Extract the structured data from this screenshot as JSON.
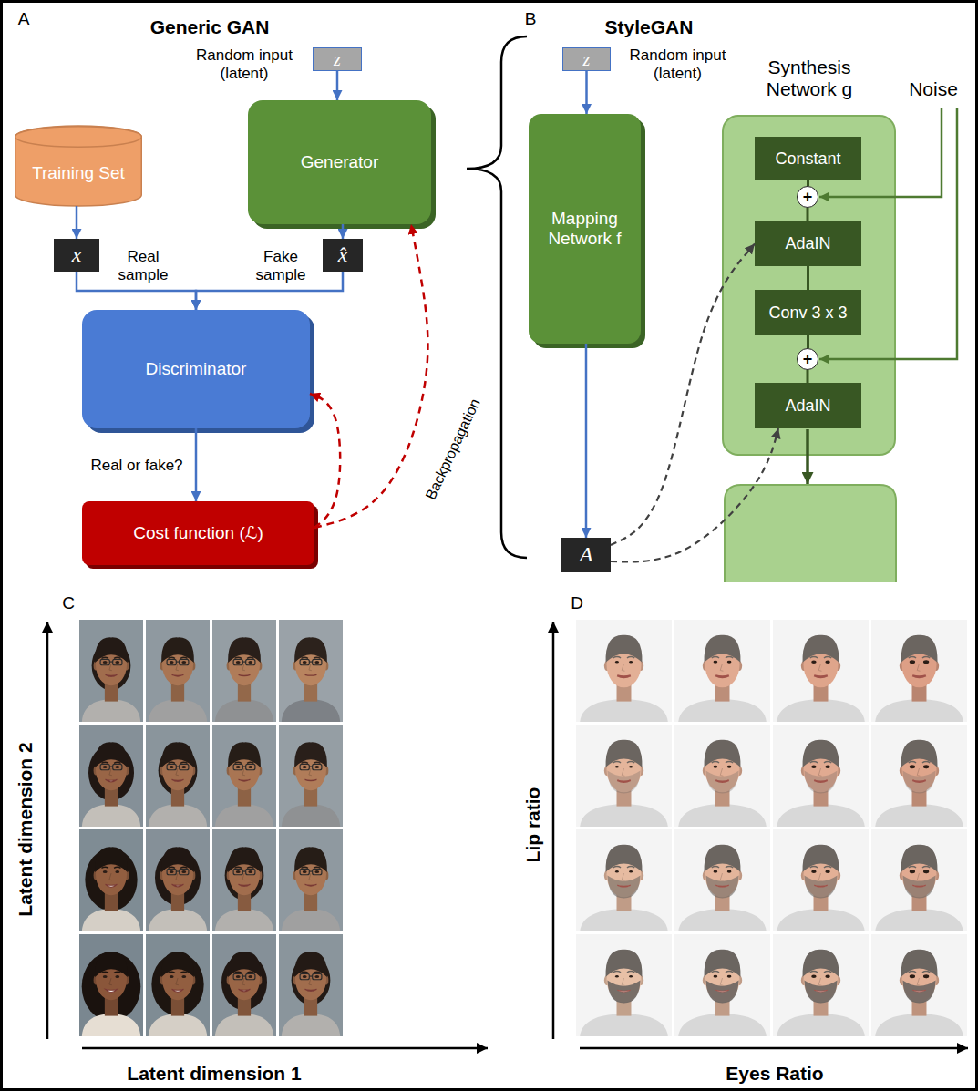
{
  "diagram": {
    "nodes": [
      {
        "text": [
          "Random input (latent)",
          "z"
        ]
      },
      {
        "text": [
          "Generator"
        ]
      },
      {
        "text": [
          "Training Set"
        ]
      },
      {
        "text": [
          "x",
          "Real sample"
        ]
      },
      {
        "text": [
          "Fake sample",
          "x̂"
        ]
      },
      {
        "text": [
          "Discriminator"
        ]
      },
      {
        "text": [
          "Cost function (ℒ)"
        ]
      },
      {
        "text": [
          "z",
          "Random input (latent)"
        ]
      },
      {
        "text": [
          "Synthesis Network g"
        ]
      },
      {
        "text": [
          "Constant"
        ],
        "in": 8
      },
      {
        "text": [
          "+"
        ],
        "in": 8
      },
      {
        "text": [
          "AdaIN"
        ],
        "in": 8
      },
      {
        "text": [
          "Conv 3 x 3"
        ],
        "in": 8
      },
      {
        "text": [
          "+"
        ],
        "in": 8
      },
      {
        "text": [
          "AdaIN"
        ],
        "in": 8
      },
      {
        "text": [
          "Mapping Network f"
        ]
      },
      {
        "text": [
          "A"
        ]
      }
    ],
    "edges": [
      {
        "from": 0,
        "to": 1,
        "arrow": "to"
      },
      {
        "from": 2,
        "to": 3,
        "arrow": "to"
      },
      {
        "from": 1,
        "to": 4,
        "arrow": "to"
      },
      {
        "from": 3,
        "to": 5,
        "arrow": "to"
      },
      {
        "from": 4,
        "to": 5,
        "arrow": "to"
      },
      {
        "from": 5,
        "to": 6,
        "label": "Real or fake?",
        "arrow": "to"
      },
      {
        "from": 6,
        "to": 5,
        "arrow": "to"
      },
      {
        "from": 6,
        "to": 1,
        "label": "Backpropagation",
        "arrow": "to"
      },
      {
        "from": 7,
        "to": 15,
        "arrow": "to"
      },
      {
        "from": 15,
        "to": 16,
        "arrow": "to"
      },
      {
        "from": 16,
        "to": 11,
        "arrow": "to"
      },
      {
        "from": 16,
        "to": 14,
        "arrow": "to"
      },
      {
        "from": 9,
        "to": 10,
        "arrow": "none"
      },
      {
        "from": 10,
        "to": 11,
        "arrow": "none"
      },
      {
        "from": 11,
        "to": 12,
        "arrow": "none"
      },
      {
        "from": 12,
        "to": 13,
        "arrow": "none"
      },
      {
        "from": 13,
        "to": 14,
        "arrow": "none"
      }
    ],
    "labels": [
      "A",
      "Generic GAN",
      "B",
      "StyleGAN",
      "Noise",
      "C",
      "D",
      "Latent dimension 2",
      "Latent dimension 1",
      "Lip ratio",
      "Eyes Ratio"
    ]
  }
}
